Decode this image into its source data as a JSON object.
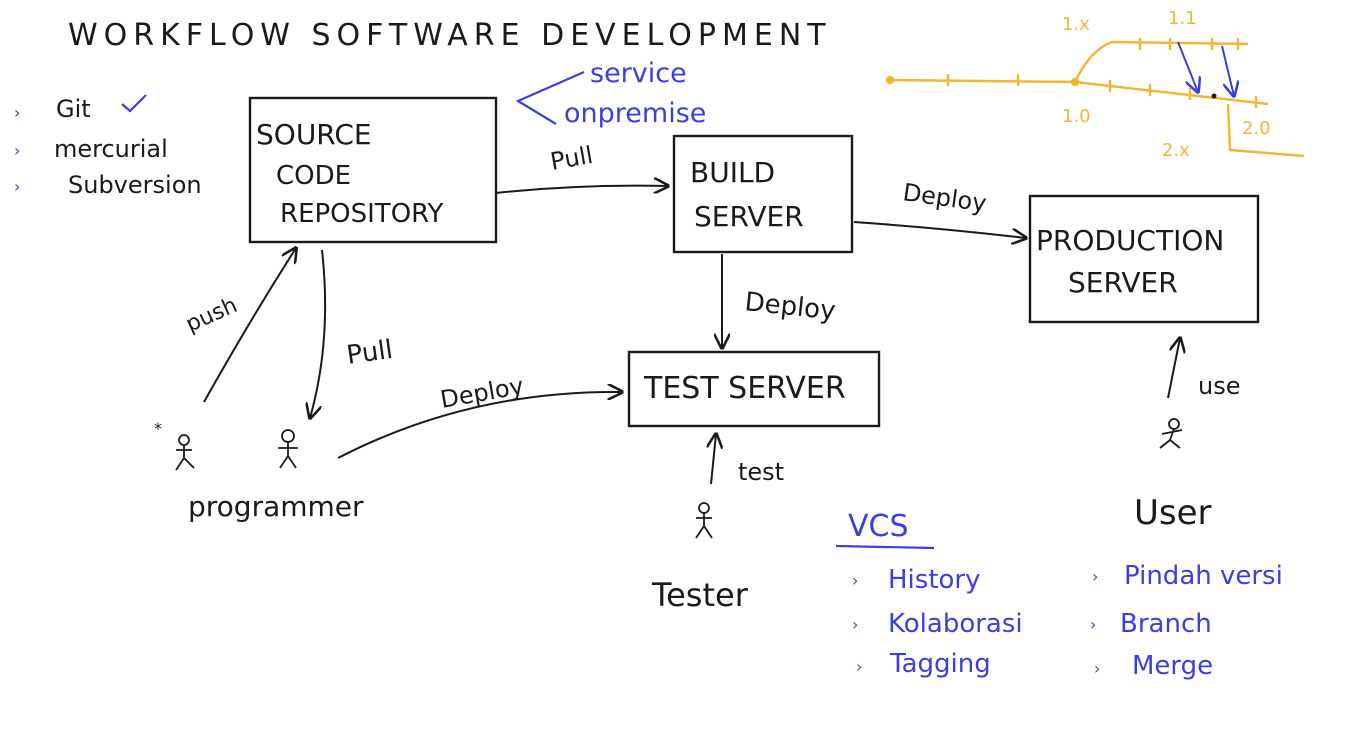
{
  "title": "WORKFLOW SOFTWARE DEVELOPMENT",
  "boxes": {
    "repo": [
      "SOURCE",
      "CODE",
      "REPOSITORY"
    ],
    "build": [
      "BUILD",
      "SERVER"
    ],
    "production": [
      "PRODUCTION",
      "SERVER"
    ],
    "test": "TEST SERVER"
  },
  "hosting": {
    "service": "service",
    "onpremise": "onpremise"
  },
  "vcs_tools": [
    "Git",
    "mercurial",
    "Subversion"
  ],
  "arrows": {
    "pull_repo_build": "Pull",
    "push": "push",
    "pull_prog": "Pull",
    "deploy_prog_test": "Deploy",
    "deploy_build_test": "Deploy",
    "deploy_build_prod": "Deploy",
    "test": "test",
    "use": "use"
  },
  "actors": {
    "programmer": "programmer",
    "tester": "Tester",
    "user": "User"
  },
  "vcs": {
    "heading": "VCS",
    "features": [
      "History",
      "Kolaborasi",
      "Tagging"
    ],
    "features_right": [
      "Pindah versi",
      "Branch",
      "Merge"
    ]
  },
  "branch_diagram": {
    "labels": [
      "1.x",
      "1.1",
      "1.0",
      "2.0",
      "2.x"
    ]
  },
  "colors": {
    "ink": "#1a1a1a",
    "blue": "#3b3fe0",
    "orange": "#f2b632"
  }
}
